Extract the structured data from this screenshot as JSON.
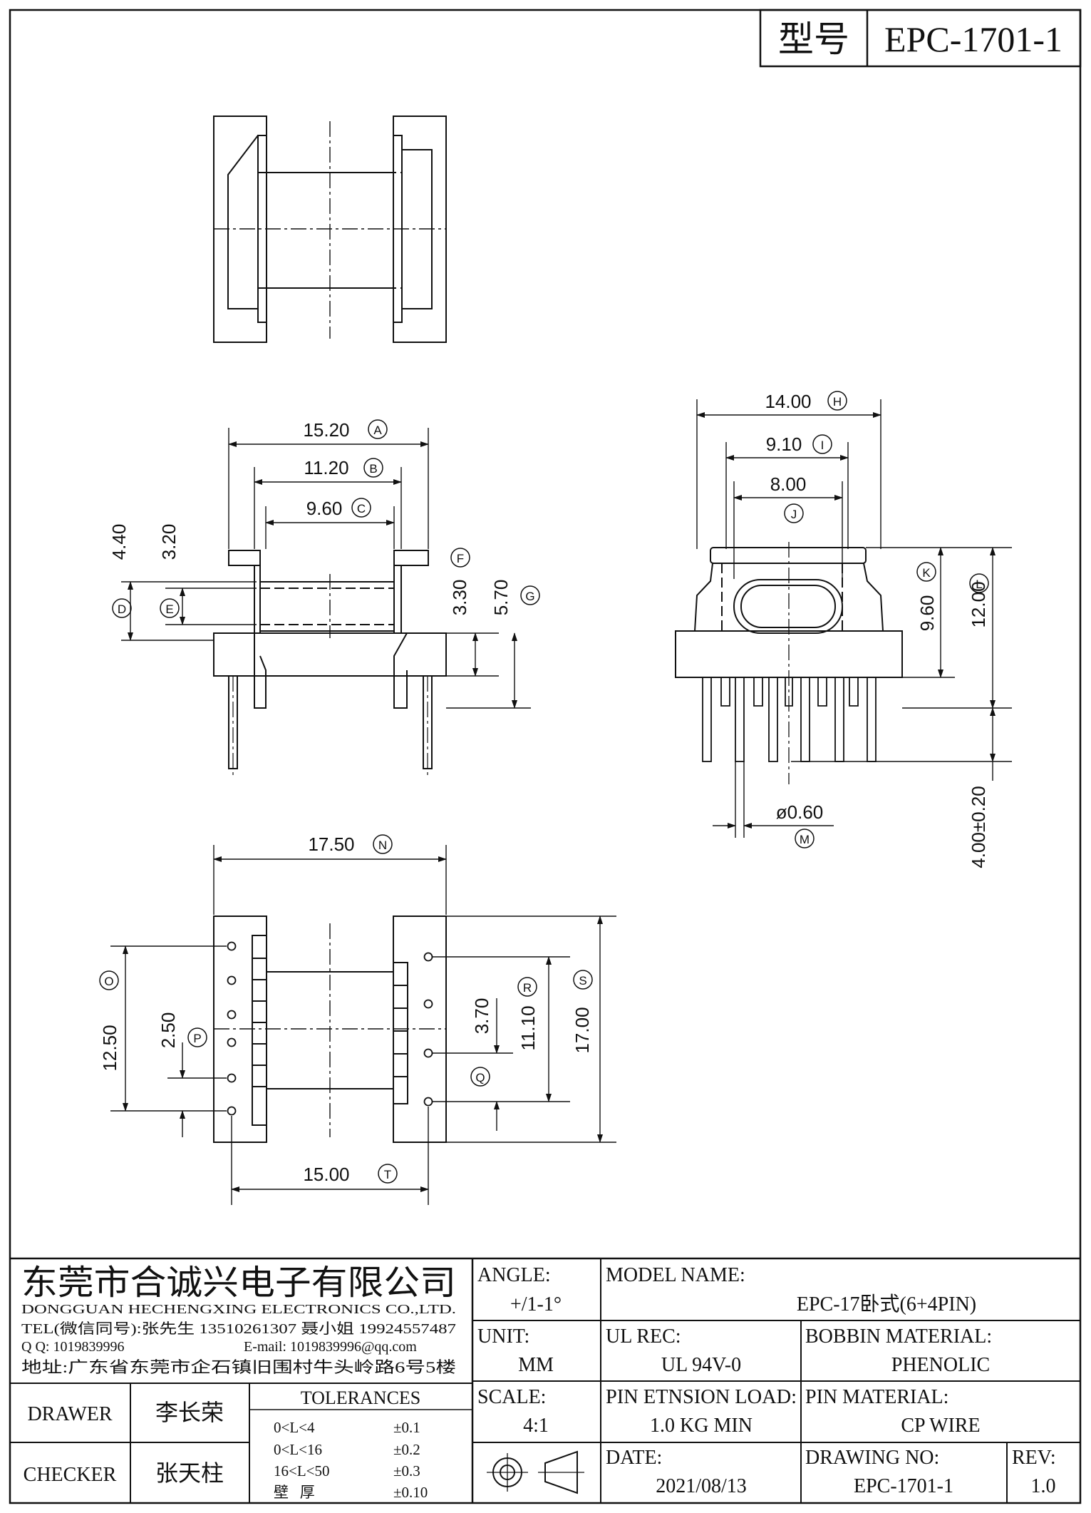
{
  "header": {
    "model_label": "型号",
    "model_value": "EPC-1701-1"
  },
  "dimensions": {
    "A": {
      "value": "15.20",
      "letter": "A"
    },
    "B": {
      "value": "11.20",
      "letter": "B"
    },
    "C": {
      "value": "9.60",
      "letter": "C"
    },
    "D": {
      "value": "4.40",
      "letter": "D"
    },
    "E": {
      "value": "3.20",
      "letter": "E"
    },
    "F": {
      "value": "3.30",
      "letter": "F"
    },
    "G": {
      "value": "5.70",
      "letter": "G"
    },
    "H": {
      "value": "14.00",
      "letter": "H"
    },
    "I": {
      "value": "9.10",
      "letter": "I"
    },
    "J": {
      "value": "8.00",
      "letter": "J"
    },
    "K": {
      "value": "9.60",
      "letter": "K"
    },
    "L": {
      "value": "12.00",
      "letter": "L"
    },
    "M": {
      "value": "ø0.60",
      "letter": "M"
    },
    "pin_len": {
      "value": "4.00±0.20"
    },
    "N": {
      "value": "17.50",
      "letter": "N"
    },
    "O": {
      "value": "12.50",
      "letter": "O"
    },
    "P": {
      "value": "2.50",
      "letter": "P"
    },
    "Q": {
      "value": "3.70",
      "letter": "Q"
    },
    "R": {
      "value": "11.10",
      "letter": "R"
    },
    "S": {
      "value": "17.00",
      "letter": "S"
    },
    "T": {
      "value": "15.00",
      "letter": "T"
    }
  },
  "company": {
    "name_cn": "东莞市合诚兴电子有限公司",
    "name_en": "DONGGUAN HECHENGXING ELECTRONICS CO.,LTD.",
    "tel": "TEL(微信同号):张先生 13510261307 聂小姐 19924557487",
    "qq": "Q Q: 1019839996",
    "email": "E-mail: 1019839996@qq.com",
    "address": "地址:广东省东莞市企石镇旧围村牛头岭路6号5楼"
  },
  "block": {
    "angle_label": "ANGLE:",
    "angle_value": "+/1-1°",
    "model_name_label": "MODEL NAME:",
    "model_name_value": "EPC-17卧式(6+4PIN)",
    "unit_label": "UNIT:",
    "unit_value": "MM",
    "ul_label": "UL REC:",
    "ul_value": "UL 94V-0",
    "bobbin_label": "BOBBIN MATERIAL:",
    "bobbin_value": "PHENOLIC",
    "scale_label": "SCALE:",
    "scale_value": "4:1",
    "pin_load_label": "PIN ETNSION LOAD:",
    "pin_load_value": "1.0 KG MIN",
    "pin_mat_label": "PIN MATERIAL:",
    "pin_mat_value": "CP WIRE",
    "date_label": "DATE:",
    "date_value": "2021/08/13",
    "drawing_no_label": "DRAWING NO:",
    "drawing_no_value": "EPC-1701-1",
    "rev_label": "REV:",
    "rev_value": "1.0",
    "drawer_label": "DRAWER",
    "drawer_name": "李长荣",
    "checker_label": "CHECKER",
    "checker_name": "张天柱",
    "tol_title": "TOLERANCES",
    "tol": [
      {
        "range": "0<L<4",
        "value": "±0.1"
      },
      {
        "range": "0<L<16",
        "value": "±0.2"
      },
      {
        "range": "16<L<50",
        "value": "±0.3"
      },
      {
        "range": "壁   厚",
        "value": "±0.10"
      }
    ]
  }
}
